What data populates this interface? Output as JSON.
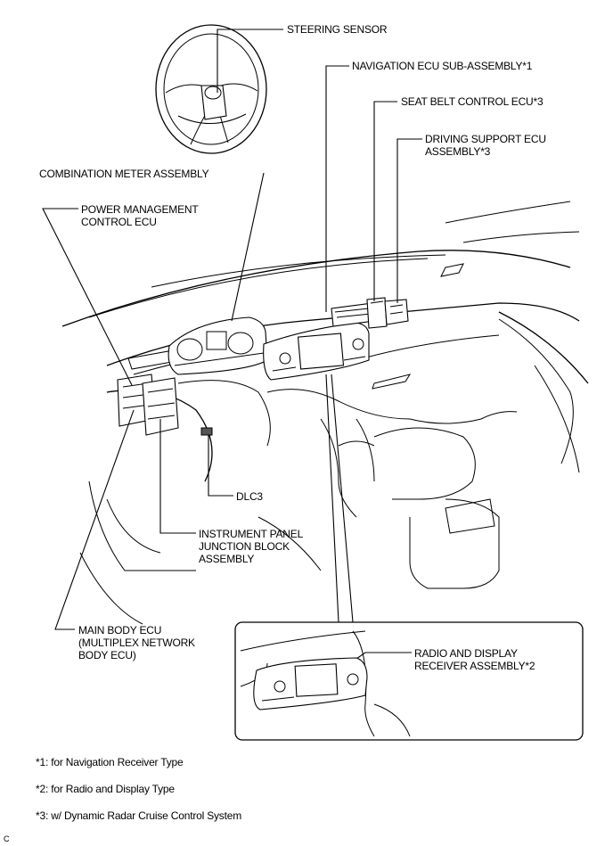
{
  "labels": {
    "steering_sensor": "STEERING SENSOR",
    "navigation_ecu": "NAVIGATION ECU SUB-ASSEMBLY*1",
    "seat_belt_ecu": "SEAT BELT CONTROL ECU*3",
    "driving_support_line1": "DRIVING SUPPORT ECU",
    "driving_support_line2": "ASSEMBLY*3",
    "combination_meter": "COMBINATION METER ASSEMBLY",
    "power_mgmt_line1": "POWER MANAGEMENT",
    "power_mgmt_line2": "CONTROL ECU",
    "dlc3": "DLC3",
    "ip_junction_line1": "INSTRUMENT PANEL",
    "ip_junction_line2": "JUNCTION BLOCK",
    "ip_junction_line3": "ASSEMBLY",
    "main_body_line1": "MAIN BODY ECU",
    "main_body_line2": "(MULTIPLEX NETWORK",
    "main_body_line3": "BODY ECU)",
    "radio_display_line1": "RADIO AND DISPLAY",
    "radio_display_line2": "RECEIVER ASSEMBLY*2"
  },
  "footnotes": {
    "note1": "*1: for Navigation Receiver Type",
    "note2": "*2: for Radio and Display Type",
    "note3": "*3: w/ Dynamic Radar Cruise Control System"
  },
  "corner_code": "C"
}
